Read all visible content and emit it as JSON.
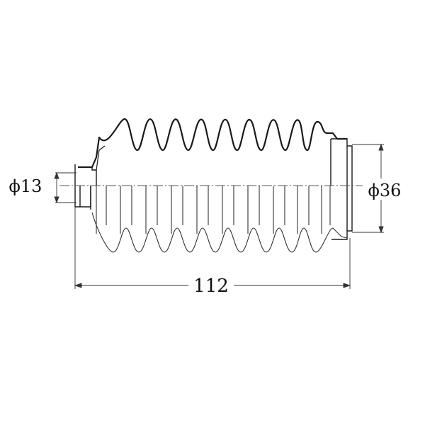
{
  "dimensions": {
    "small_diameter": "ϕ13",
    "large_diameter": "ϕ36",
    "length": "112"
  },
  "colors": {
    "line": "#1a1a1a",
    "section_line": "#333333",
    "background": "#ffffff"
  }
}
